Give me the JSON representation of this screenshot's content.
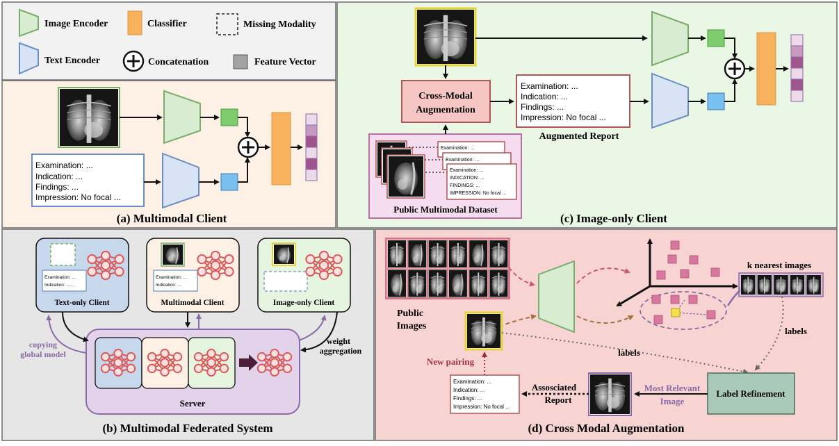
{
  "legend": {
    "image_encoder": "Image Encoder",
    "classifier": "Classifier",
    "missing_modality": "Missing Modality",
    "text_encoder": "Text Encoder",
    "concatenation": "Concatenation",
    "feature_vector": "Feature Vector"
  },
  "panel_a": {
    "caption": "(a) Multimodal Client",
    "report_lines": [
      "Examination: ...",
      "Indication: ...",
      "Findings: ...",
      "Impression: No focal ..."
    ]
  },
  "panel_c": {
    "caption": "(c) Image-only Client",
    "cross_modal_line1": "Cross-Modal",
    "cross_modal_line2": "Augmentation",
    "report_lines": [
      "Examination: ...",
      "Indication: ...",
      "Findings: ...",
      "Impression: No focal ..."
    ],
    "augmented_report": "Augmented Report",
    "public_dataset": "Public Multimodal Dataset",
    "mini_report_a": [
      "Examination: ..."
    ],
    "mini_report_b": [
      "Examination: ..."
    ],
    "mini_report_c": [
      "Examination: ...",
      "INDICATION: ...",
      "FINDINGS: ...",
      "IMPRESSION: No focal ..."
    ]
  },
  "panel_b": {
    "caption": "(b) Multimodal Federated System",
    "text_only_client": "Text-only Client",
    "multimodal_client": "Multimodal Client",
    "image_only_client": "Image-only Client",
    "text_only_report": [
      "Examination: ...",
      "Indication: ......"
    ],
    "multimodal_report": [
      "Examination: ...",
      "Indication: ..."
    ],
    "server": "Server",
    "copying_line1": "copying",
    "copying_line2": "global model",
    "weight_line1": "weight",
    "weight_line2": "aggregation"
  },
  "panel_d": {
    "caption": "(d) Cross Modal Augmentation",
    "public_images_line1": "Public",
    "public_images_line2": "Images",
    "k_nearest": "k nearest images",
    "labels_right": "labels",
    "labels_mid": "labels",
    "new_pairing": "New pairing",
    "associated_line1": "Assosciated",
    "associated_line2": "Report",
    "most_relevant_line1": "Most Relevant",
    "most_relevant_line2": "Image",
    "label_refinement": "Label Refinement",
    "report_lines": [
      "Examination: ...",
      "Indication: ...",
      "Findings: ...",
      "Impression: No focal ..."
    ]
  },
  "colors": {
    "panel_a_bg": "#fdf1e6",
    "panel_b_bg": "#e6e6e6",
    "panel_c_bg": "#e9f7e4",
    "panel_d_bg": "#f7d4d2",
    "encoder_green": "#d7ecd0",
    "encoder_blue": "#d8e4f5",
    "classifier_orange": "#f8b15c",
    "feature_green": "#7fcc6e",
    "feature_blue": "#79bff0",
    "vector_purple": "#a0558f",
    "pink_point": "#d9789d",
    "server_purple": "#e2d3ea"
  }
}
